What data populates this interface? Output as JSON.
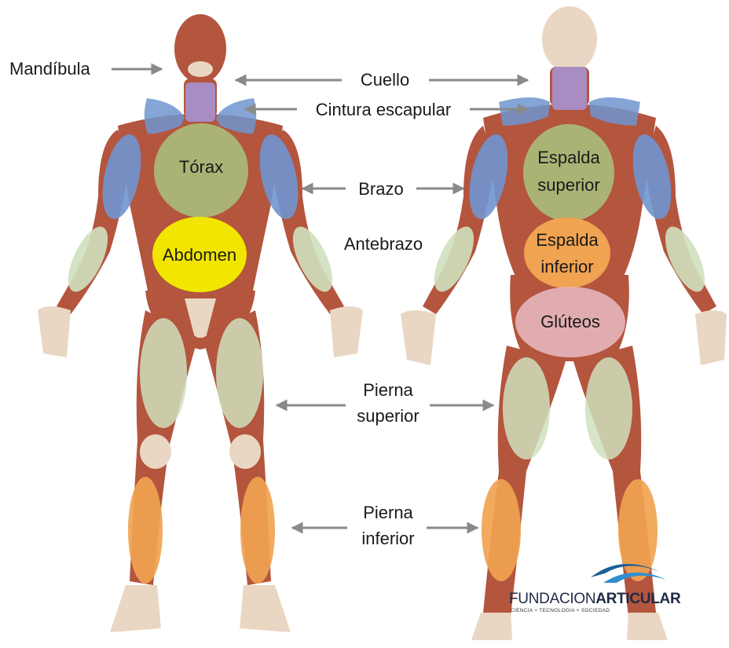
{
  "labels": {
    "mandibula": "Mandíbula",
    "cuello": "Cuello",
    "cintura": "Cintura escapular",
    "brazo": "Brazo",
    "antebrazo": "Antebrazo",
    "pierna_superior_1": "Pierna",
    "pierna_superior_2": "superior",
    "pierna_inferior_1": "Pierna",
    "pierna_inferior_2": "inferior"
  },
  "zones": {
    "torax": "Tórax",
    "abdomen": "Abdomen",
    "espalda_superior_1": "Espalda",
    "espalda_superior_2": "superior",
    "espalda_inferior_1": "Espalda",
    "espalda_inferior_2": "inferior",
    "gluteos": "Glúteos"
  },
  "logo": {
    "part1": "FUNDACION",
    "part2": "ARTICULAR",
    "tagline": "CIENCIA + TECNOLOGIA + SOCIEDAD"
  },
  "colors": {
    "zone_blue": "#6f95cf",
    "zone_green": "#a8c47e",
    "zone_yellow": "#f2e600",
    "zone_orange": "#f0a350",
    "zone_purple": "#a692d0",
    "zone_pink": "#e5b6bd",
    "zone_pale_green": "#cfe0bd",
    "arrow": "#8a8a8a"
  }
}
